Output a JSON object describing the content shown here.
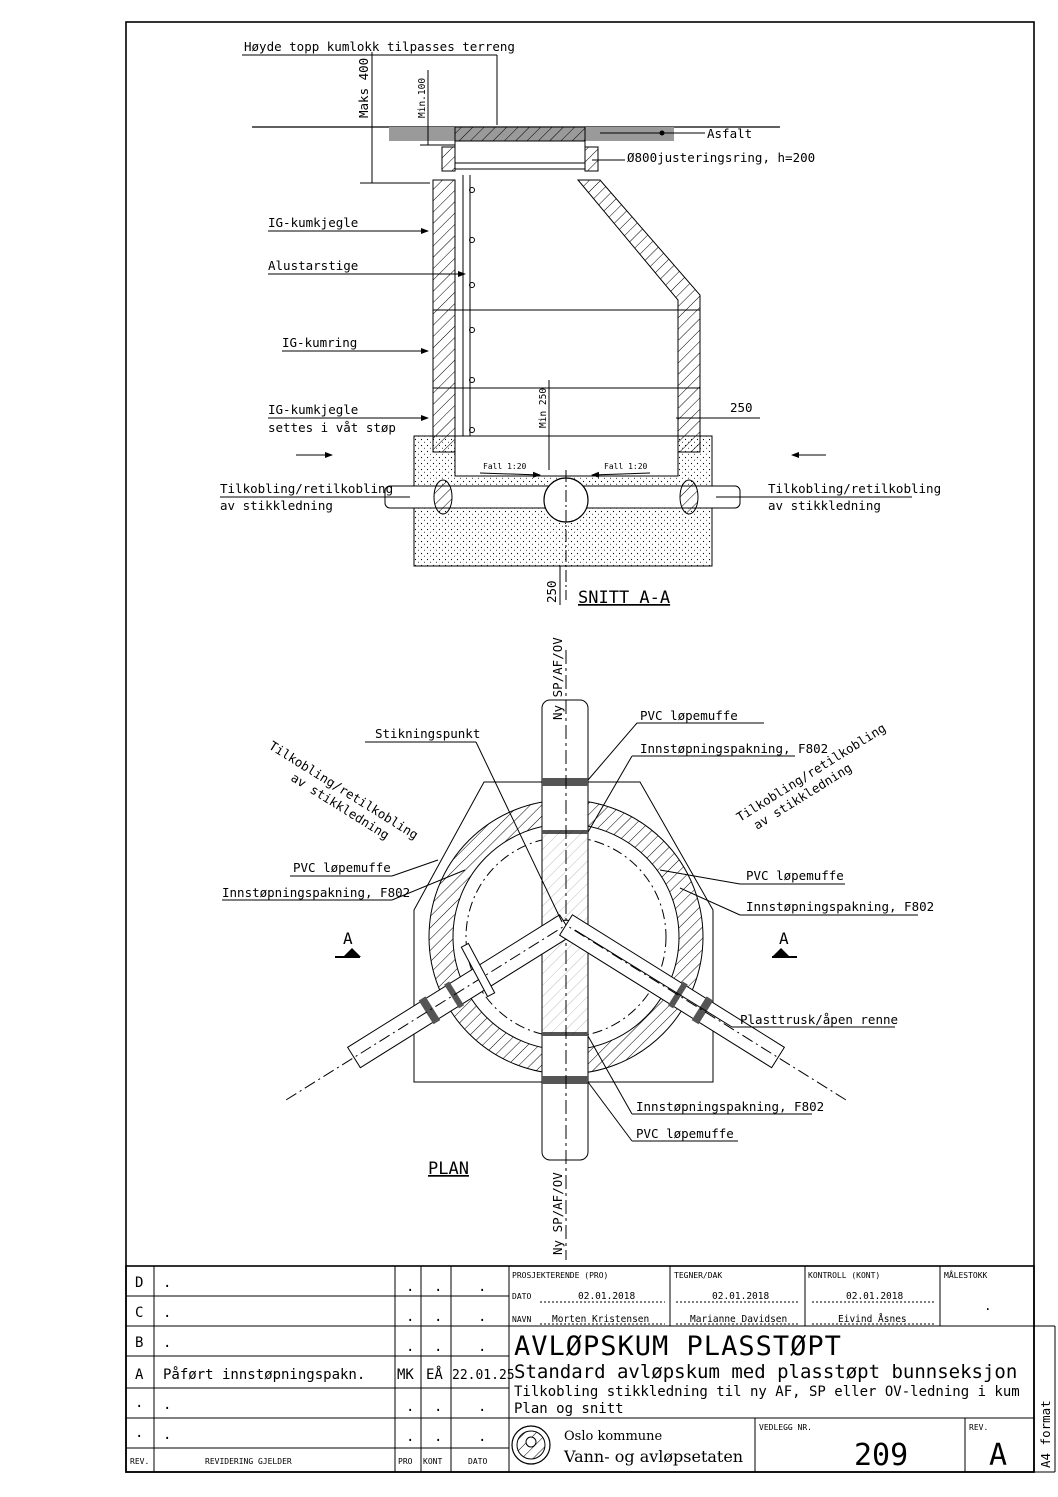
{
  "section": {
    "title": "SNITT A-A",
    "labels": {
      "top_note": "Høyde topp kumlokk tilpasses terreng",
      "maks": "Maks 400",
      "min100": "Min.100",
      "asfalt": "Asfalt",
      "ring": "Ø800justeringsring, h=200",
      "kjegle": "IG-kumkjegle",
      "stige": "Alustarstige",
      "kumring": "IG-kumring",
      "kjegle_vat_1": "IG-kumkjegle",
      "kjegle_vat_2": "settes i våt støp",
      "min250": "Min 250",
      "dim250": "250",
      "dim250_bottom": "250",
      "fall_left": "Fall 1:20",
      "fall_right": "Fall 1:20",
      "tilk_left_1": "Tilkobling/retilkobling",
      "tilk_left_2": "av stikkledning",
      "tilk_right_1": "Tilkobling/retilkobling",
      "tilk_right_2": "av stikkledning"
    }
  },
  "plan": {
    "title": "PLAN",
    "labels": {
      "ny_top": "Ny SP/AF/OV",
      "ny_bottom": "Ny SP/AF/OV",
      "pvc_top": "PVC løpemuffe",
      "innst_top": "Innstøpningspakning, F802",
      "stik": "Stikningspunkt",
      "tilk_left_1": "Tilkobling/retilkobling",
      "tilk_left_2": "av stikkledning",
      "tilk_right_1": "Tilkobling/retilkobling",
      "tilk_right_2": "av stikkledning",
      "pvc_left": "PVC løpemuffe",
      "innst_left": "Innstøpningspakning, F802",
      "pvc_right": "PVC løpemuffe",
      "innst_right": "Innstøpningspakning, F802",
      "cut_left": "A",
      "cut_right": "A",
      "plasttrusk": "Plasttrusk/åpen renne",
      "innst_bottom": "Innstøpningspakning, F802",
      "pvc_bottom": "PVC løpemuffe"
    }
  },
  "title_block": {
    "revisions": [
      {
        "rev": "D",
        "text": ".",
        "pro": ".",
        "kont": ".",
        "dato": "."
      },
      {
        "rev": "C",
        "text": ".",
        "pro": ".",
        "kont": ".",
        "dato": "."
      },
      {
        "rev": "B",
        "text": ".",
        "pro": ".",
        "kont": ".",
        "dato": "."
      },
      {
        "rev": "A",
        "text": "Påført innstøpningspakn.",
        "pro": "MK",
        "kont": "EÅ",
        "dato": "22.01.25"
      },
      {
        "rev": ".",
        "text": ".",
        "pro": ".",
        "kont": ".",
        "dato": "."
      },
      {
        "rev": ".",
        "text": ".",
        "pro": ".",
        "kont": ".",
        "dato": "."
      }
    ],
    "headers": {
      "rev": "REV.",
      "gjelder": "REVIDERING GJELDER",
      "pro": "PRO",
      "kont": "KONT",
      "dato": "DATO"
    },
    "prosjekterende_label": "PROSJEKTERENDE (PRO)",
    "tegner_label": "TEGNER/DAK",
    "kontroll_label": "KONTROLL (KONT)",
    "malestokk_label": "MÅLESTOKK",
    "malestokk_value": ".",
    "dato_label": "DATO",
    "navn_label": "NAVN",
    "pro_dato": "02.01.2018",
    "tegner_dato": "02.01.2018",
    "kont_dato": "02.01.2018",
    "pro_navn": "Morten Kristensen",
    "tegner_navn": "Marianne Davidsen",
    "kont_navn": "Eivind Åsnes",
    "title": "AVLØPSKUM PLASSTØPT",
    "subtitle": "Standard avløpskum med plasstøpt bunnseksjon",
    "desc1": "Tilkobling stikkledning til ny AF, SP eller OV-ledning i kum",
    "desc2": "Plan og snitt",
    "org1": "Oslo kommune",
    "org2": "Vann- og avløpsetaten",
    "vedlegg_label": "VEDLEGG NR.",
    "vedlegg": "209",
    "rev_label": "REV.",
    "rev": "A",
    "format": "A4 format"
  }
}
